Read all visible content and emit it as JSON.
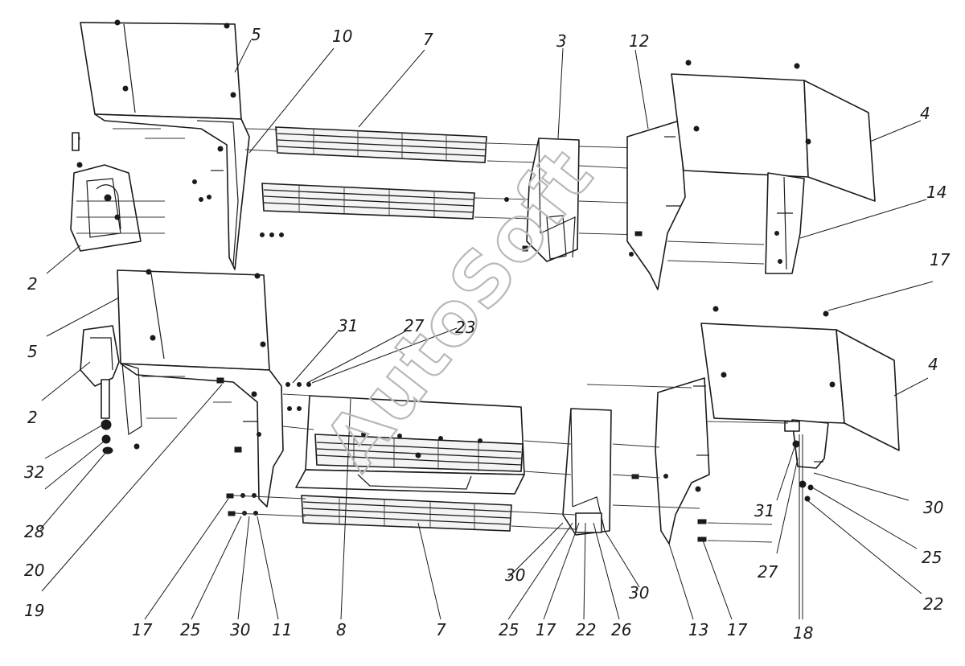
{
  "watermark": "AutoSoft",
  "callouts": {
    "top": {
      "c5": "5",
      "c10": "10",
      "c7": "7",
      "c3": "3",
      "c12": "12",
      "c4": "4",
      "c14": "14",
      "c17": "17",
      "c2": "2"
    },
    "bottom": {
      "c5": "5",
      "c2": "2",
      "c31a": "31",
      "c27a": "27",
      "c23": "23",
      "c4": "4",
      "c32": "32",
      "c28": "28",
      "c20": "20",
      "c19": "19",
      "c17a": "17",
      "c25a": "25",
      "c30a": "30",
      "c11": "11",
      "c8": "8",
      "c7": "7",
      "c30b": "30",
      "c25b": "25",
      "c17b": "17",
      "c22a": "22",
      "c26": "26",
      "c30c": "30",
      "c13": "13",
      "c17c": "17",
      "c18": "18",
      "c31b": "31",
      "c27b": "27",
      "c30d": "30",
      "c25c": "25",
      "c22b": "22"
    }
  }
}
